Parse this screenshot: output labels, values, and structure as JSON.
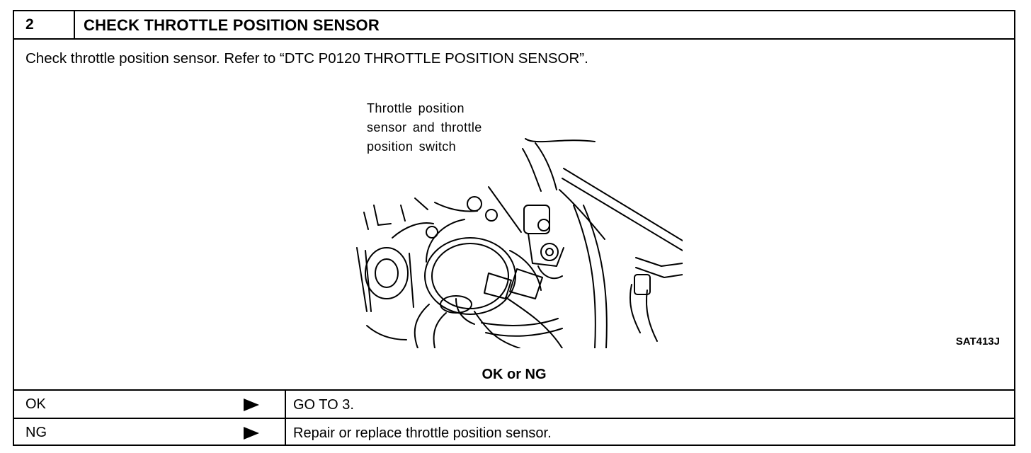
{
  "step": {
    "number": "2",
    "title": "CHECK THROTTLE POSITION SENSOR"
  },
  "instruction": "Check throttle position sensor. Refer to “DTC P0120 THROTTLE POSITION SENSOR”.",
  "figure": {
    "label_lines": [
      "Throttle position",
      "sensor and throttle",
      "position switch"
    ],
    "code": "SAT413J"
  },
  "decision_prompt": "OK or NG",
  "results": [
    {
      "label": "OK",
      "action": "GO TO 3."
    },
    {
      "label": "NG",
      "action": "Repair or replace throttle position sensor."
    }
  ]
}
